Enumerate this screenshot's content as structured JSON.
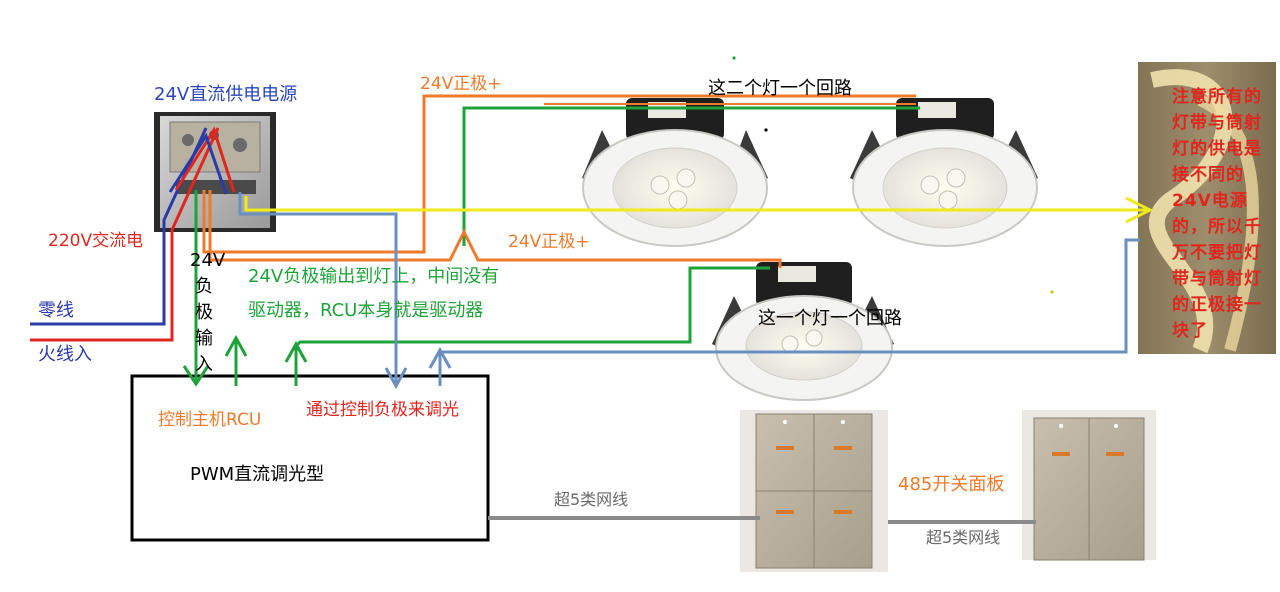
{
  "colors": {
    "positive": "#f07a2a",
    "negative_out": "#1ea33a",
    "control": "#6a8fc0",
    "signal": "#f0ea1a",
    "ac_live": "#e0261e",
    "ac_neutral": "#2a3aa8",
    "network": "#8a8a8a",
    "title_blue": "#2a46b8"
  },
  "power_supply": {
    "label": "24V直流供电电源"
  },
  "ac_input": {
    "label": "220V交流电",
    "neutral": "零线",
    "live": "火线入"
  },
  "negative_input": {
    "label": "24V负极输入"
  },
  "controller": {
    "name": "控制主机RCU",
    "control_note": "通过控制负极来调光",
    "type": "PWM直流调光型"
  },
  "positive_top": {
    "label": "24V正极+"
  },
  "positive_mid": {
    "label": "24V正极+"
  },
  "negative_note": {
    "line1": "24V负极输出到灯上，中间没有",
    "line2": "驱动器，RCU本身就是驱动器"
  },
  "circuit_two": {
    "label": "这二个灯一个回路"
  },
  "circuit_one": {
    "label": "这一个灯一个回路"
  },
  "strip_note": {
    "text": "注意所有的灯带与筒射灯的供电是接不同的24V电源的，所以千万不要把灯带与筒射灯的正极接一块了"
  },
  "network": {
    "cable1": "超5类网线",
    "cable2": "超5类网线",
    "panel": "485开关面板"
  }
}
